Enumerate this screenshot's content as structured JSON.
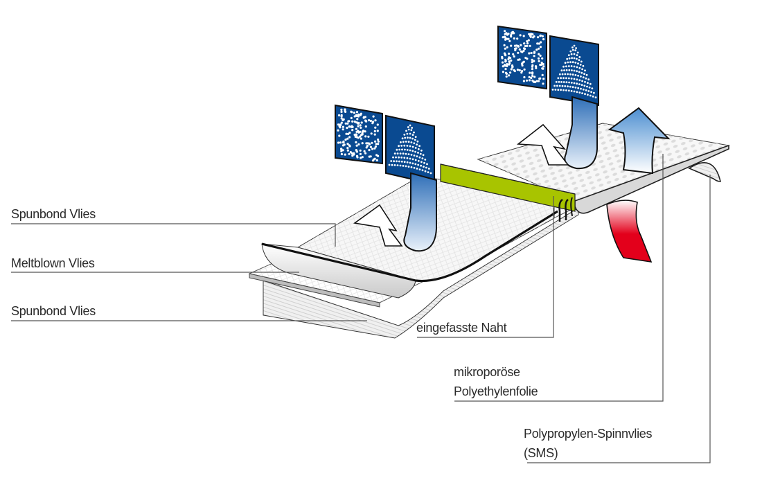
{
  "diagram": {
    "title": "",
    "labels": {
      "spunbond_top": "Spunbond Vlies",
      "meltblown": "Meltblown Vlies",
      "spunbond_bottom": "Spunbond Vlies",
      "seam": "eingefasste Naht",
      "film_line1": "mikroporöse",
      "film_line2": "Polyethylenfolie",
      "sms_line1": "Polypropylen-Spinnvlies",
      "sms_line2": "(SMS)"
    },
    "colors": {
      "seam_green": "#a8c400",
      "panel_blue": "#0a4a91",
      "arrow_blue": "#4d8fd1",
      "heat_red": "#e3001b",
      "leader_gray": "#555555"
    },
    "panels": [
      {
        "name": "particle-barrier-panel-left",
        "pattern": "random-particles"
      },
      {
        "name": "droplet-barrier-panel-left",
        "pattern": "spray-cone"
      },
      {
        "name": "particle-barrier-panel-right",
        "pattern": "random-particles"
      },
      {
        "name": "droplet-barrier-panel-right",
        "pattern": "spray-cone"
      }
    ],
    "arrows": [
      {
        "name": "blocked-arrow-left",
        "meaning": "blocked from outside"
      },
      {
        "name": "blocked-arrow-right",
        "meaning": "blocked from outside"
      },
      {
        "name": "vapor-outflow-arrow-left",
        "meaning": "air permeable outflow"
      },
      {
        "name": "vapor-outflow-arrow-right",
        "meaning": "air permeable outflow"
      },
      {
        "name": "heat-arrow",
        "meaning": "body heat / moisture"
      }
    ]
  }
}
